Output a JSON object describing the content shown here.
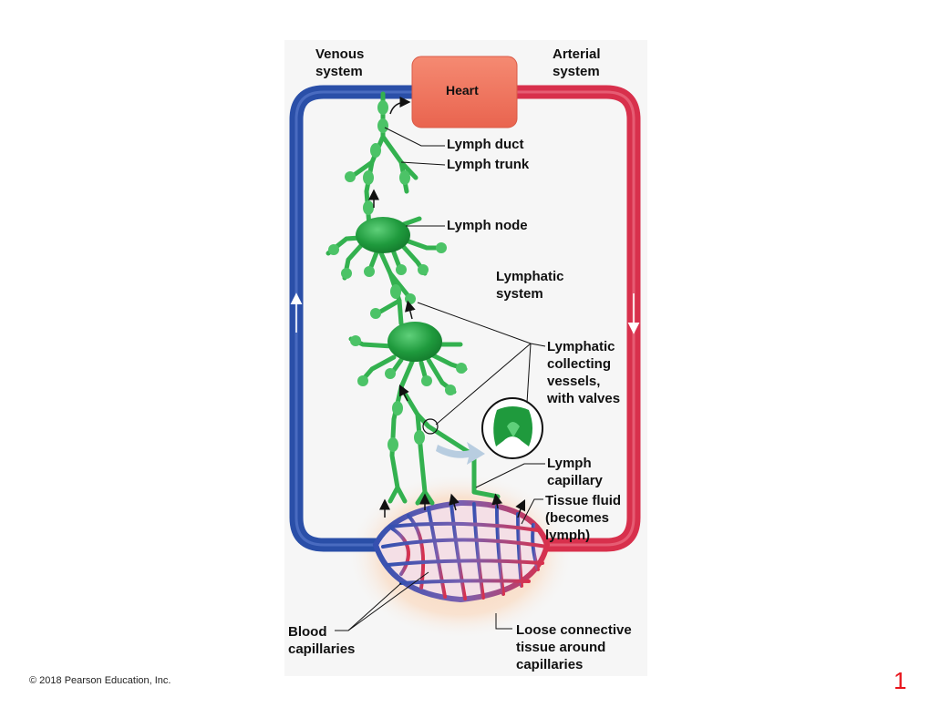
{
  "labels": {
    "venous": "Venous\nsystem",
    "arterial": "Arterial\nsystem",
    "heart": "Heart",
    "lymph_duct": "Lymph duct",
    "lymph_trunk": "Lymph trunk",
    "lymph_node": "Lymph node",
    "lymphatic_system": "Lymphatic\nsystem",
    "collecting": "Lymphatic\ncollecting\nvessels,\nwith valves",
    "lymph_capillary": "Lymph\ncapillary",
    "tissue_fluid": "Tissue fluid\n(becomes\nlymph)",
    "blood_capillaries": "Blood\ncapillaries",
    "loose_connective": "Loose connective\ntissue around\ncapillaries"
  },
  "footer": {
    "copyright": "© 2018 Pearson Education, Inc.",
    "page_number": "1"
  },
  "colors": {
    "venous": "#2a4fa8",
    "arterial": "#d8304c",
    "heart": "#ef7560",
    "lymph": "#33b14f",
    "node": "#1f9a3d",
    "tissue": "#f8dcc8"
  }
}
